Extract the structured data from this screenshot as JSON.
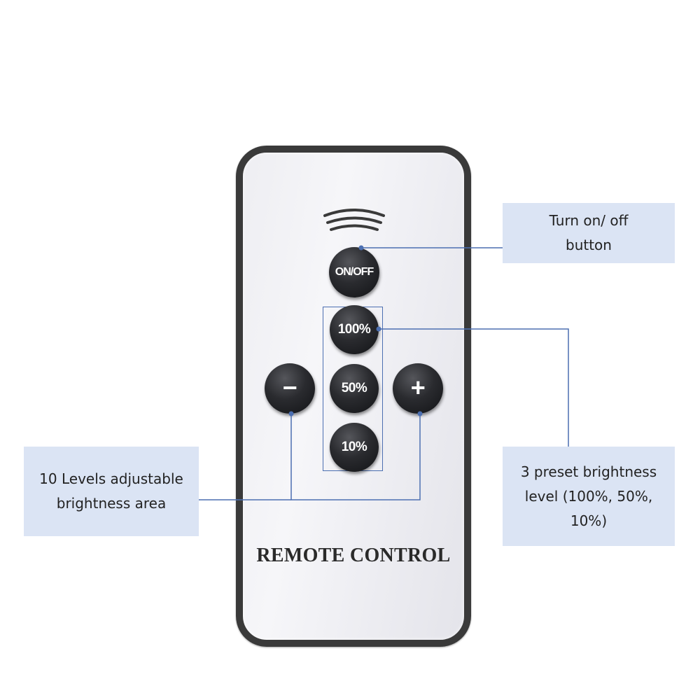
{
  "remote": {
    "buttons": {
      "on_off": "ON/OFF",
      "pct_100": "100%",
      "pct_50": "50%",
      "pct_10": "10%",
      "minus": "−",
      "plus": "+"
    },
    "brand": "REMOTE CONTROL"
  },
  "callouts": {
    "on_off": [
      "Turn on/ off",
      "button"
    ],
    "levels": [
      "10 Levels adjustable",
      "brightness area"
    ],
    "preset": [
      "3 preset brightness",
      "level (100%, 50%,",
      "10%)"
    ]
  },
  "colors": {
    "callout_bg": "#dbe4f4",
    "leader_line": "#4c6fb1",
    "remote_border": "#3a3a3a",
    "button": "#1c1d21"
  },
  "icons": [
    "ir-signal-icon",
    "minus-icon",
    "plus-icon"
  ]
}
